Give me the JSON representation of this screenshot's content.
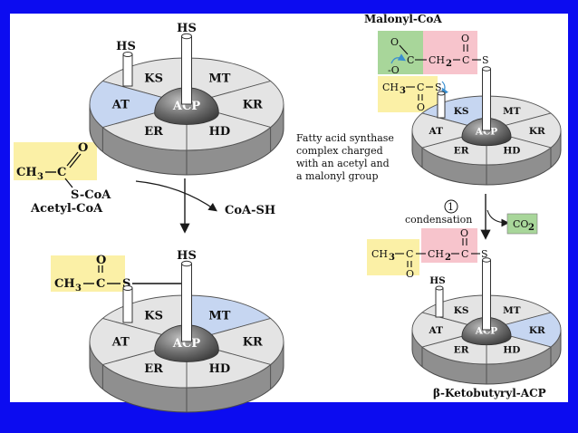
{
  "colors": {
    "background": "#0c0cf0",
    "panel": "#ffffff",
    "disc_top": "#e4e4e4",
    "disc_side": "#8f8f8f",
    "highlight": "#c6d6f1",
    "acetyl": "#fbf0a6",
    "malonyl": "#f7c4cc",
    "carboxyl": "#a8d69a",
    "co2": "#a8d69a",
    "arrow": "#1a1a1a",
    "curve_arrow": "#3a8fd0"
  },
  "diagram": {
    "enzymes": [
      "KS",
      "MT",
      "KR",
      "HD",
      "ER",
      "AT"
    ],
    "center": "ACP",
    "thiol_label": "HS",
    "top_left": {
      "highlighted_domain": "AT"
    },
    "bottom_left": {
      "highlighted_domain": "MT"
    },
    "top_right": {
      "highlighted_domain": "KS"
    },
    "bottom_right": {
      "highlighted_domain": "KR"
    },
    "acetyl_coa": {
      "ch3": "CH",
      "three": "3",
      "c": "C",
      "o": "O",
      "s_coa": "S-CoA",
      "name": "Acetyl-CoA"
    },
    "coa_sh": "CoA-SH",
    "acetyl_loaded": {
      "ch3": "CH",
      "three": "3",
      "c": "C",
      "o": "O",
      "s": "S"
    },
    "malonyl_coa": "Malonyl-CoA",
    "malonyl_group": {
      "o_double": "O",
      "o_minus": "-O",
      "c_carboxyl": "C",
      "ch2": "CH",
      "two": "2",
      "c_thio": "C",
      "o_thio": "O",
      "s": "S"
    },
    "acetyl_on_ks": {
      "ch3": "CH",
      "three": "3",
      "c": "C",
      "o": "O",
      "s": "S"
    },
    "caption_lines": [
      "Fatty acid synthase",
      "complex charged",
      "with an acetyl and",
      "a malonyl group"
    ],
    "step_number": "1",
    "step_name": "condensation",
    "co2": {
      "co": "CO",
      "two": "2"
    },
    "ketobutyryl": {
      "ch3": "CH",
      "three": "3",
      "c1": "C",
      "o1": "O",
      "ch2": "CH",
      "two": "2",
      "c2": "C",
      "o2": "O",
      "s": "S"
    },
    "product_name": "β-Ketobutyryl-ACP"
  }
}
